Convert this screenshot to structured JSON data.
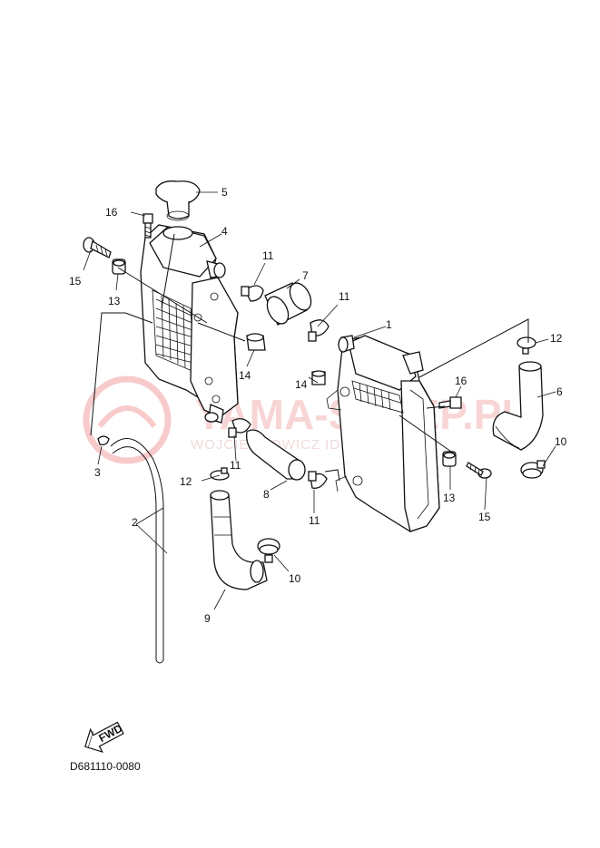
{
  "diagram": {
    "code": "D681110-0080",
    "fwd_label": "FWD",
    "watermark": {
      "logo_text": "YAMA-SKLEP.PL",
      "sub_text": "WOJCIECHOWICZ IDEAS YAMAHA"
    },
    "callouts": {
      "c1": "1",
      "c2": "2",
      "c3": "3",
      "c4": "4",
      "c5": "5",
      "c6": "6",
      "c7": "7",
      "c8": "8",
      "c9": "9",
      "c10a": "10",
      "c10b": "10",
      "c11a": "11",
      "c11b": "11",
      "c11c": "11",
      "c11d": "11",
      "c12a": "12",
      "c12b": "12",
      "c13a": "13",
      "c13b": "13",
      "c14a": "14",
      "c14b": "14",
      "c15a": "15",
      "c15b": "15",
      "c16a": "16",
      "c16b": "16"
    }
  }
}
